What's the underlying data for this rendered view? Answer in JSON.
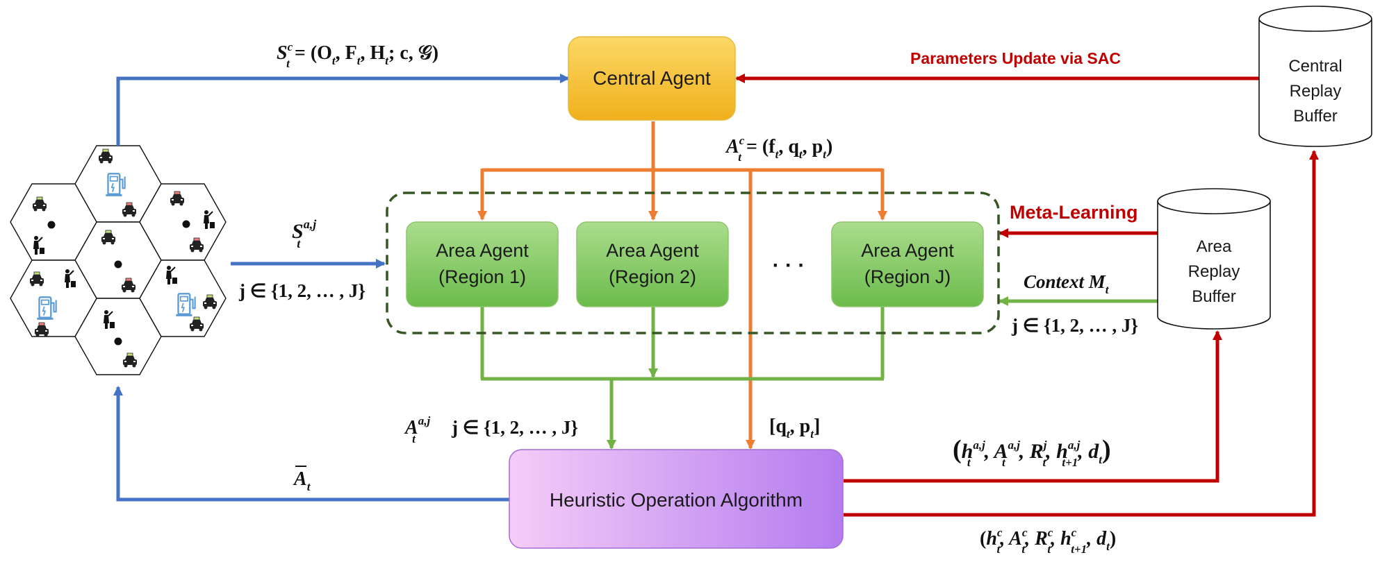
{
  "nodes": {
    "central_agent": "Central Agent",
    "area_agents": [
      {
        "line1": "Area Agent",
        "line2": "(Region 1)"
      },
      {
        "line1": "Area Agent",
        "line2": "(Region 2)"
      },
      {
        "line1": "Area Agent",
        "line2": "(Region J)"
      }
    ],
    "ellipsis": "· · ·",
    "heuristic": "Heuristic Operation Algorithm",
    "central_buffer": [
      "Central",
      "Replay",
      "Buffer"
    ],
    "area_buffer": [
      "Area",
      "Replay",
      "Buffer"
    ]
  },
  "edge_labels": {
    "central_state": "S",
    "central_state_sup": "c",
    "central_state_sub": "t",
    "central_state_rhs": " = (O",
    "central_state_rhs2": ", F",
    "central_state_rhs3": ", H",
    "central_state_rhs4": "; c, 𝒢)",
    "central_action_lhs": "A",
    "central_action_sup": "c",
    "central_action_sub": "t",
    "central_action_rhs": " = (f",
    "central_action_rhs2": ", q",
    "central_action_rhs3": ", p",
    "central_action_rhs4": ")",
    "params_update": "Parameters Update via SAC",
    "meta_learning": "Meta-Learning",
    "context": "Context M",
    "context_sub": "t",
    "area_state": "S",
    "area_state_sup": "a,j",
    "area_state_sub": "t",
    "j_range": "j ∈ {1, 2, … , J}",
    "area_action": "A",
    "area_action_sup": "a,j",
    "area_action_sub": "t",
    "qp": "[q",
    "qp2": ", p",
    "qp3": "]",
    "abar": "A",
    "abar_sub": "t",
    "area_transition": "(h, A, R, h, d)",
    "central_transition": "(h, A, R, h, d)"
  },
  "colors": {
    "blue": "#4472c4",
    "red": "#c00000",
    "orange": "#ed7d31",
    "green": "#70b244",
    "central_fill_top": "#fbd55f",
    "central_fill_bottom": "#f2b11a",
    "area_fill_top": "#a8d98a",
    "area_fill_bottom": "#6cbd4c",
    "heuristic_fill_left": "#f3c9f7",
    "heuristic_fill_right": "#b57ff0",
    "dashed_box": "#375623"
  },
  "icons": [
    "taxi-icon",
    "charging-station-icon",
    "passenger-icon",
    "location-dot-icon"
  ]
}
